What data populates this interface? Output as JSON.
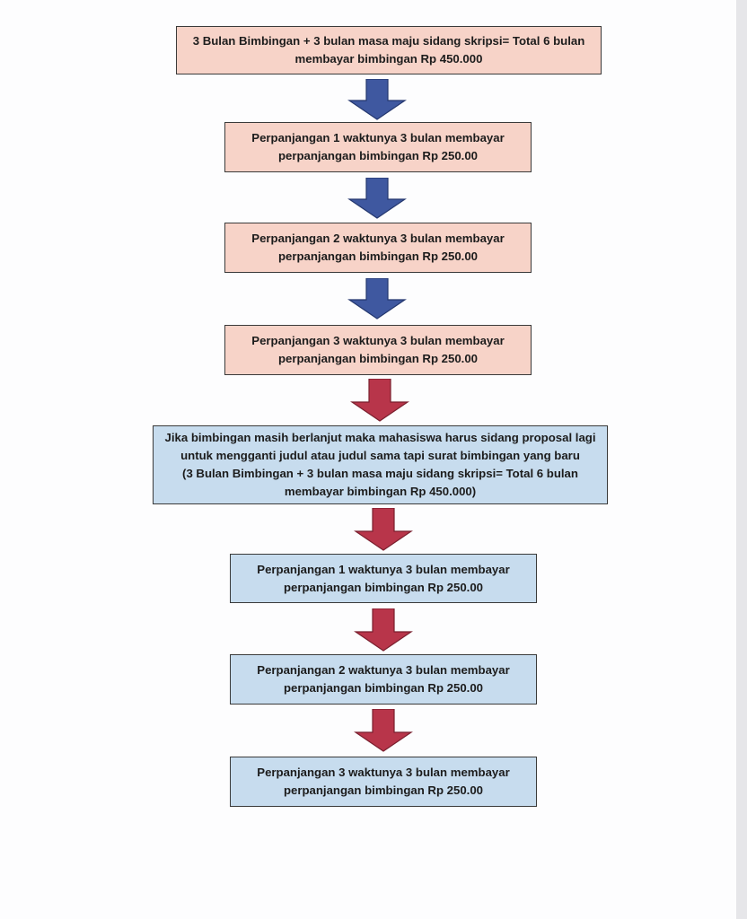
{
  "colors": {
    "pink_box": "#f7d3c8",
    "blue_box": "#c7dcee",
    "blue_arrow": "#3f58a0",
    "red_arrow": "#b8354a"
  },
  "steps": [
    {
      "line1": "3 Bulan Bimbingan + 3 bulan masa maju sidang skripsi= Total 6 bulan",
      "line2": "membayar bimbingan Rp 450.000"
    },
    {
      "line1": "Perpanjangan 1 waktunya 3 bulan membayar",
      "line2": "perpanjangan bimbingan Rp 250.00"
    },
    {
      "line1": "Perpanjangan 2 waktunya 3 bulan membayar",
      "line2": "perpanjangan bimbingan Rp 250.00"
    },
    {
      "line1": "Perpanjangan 3 waktunya 3 bulan membayar",
      "line2": "perpanjangan bimbingan Rp 250.00"
    },
    {
      "line1": "Jika bimbingan masih berlanjut maka mahasiswa harus sidang proposal lagi",
      "line2": "untuk mengganti judul atau judul sama tapi surat bimbingan yang baru",
      "line3": "(3 Bulan Bimbingan + 3 bulan masa maju sidang skripsi= Total 6 bulan",
      "line4": "membayar bimbingan Rp 450.000)"
    },
    {
      "line1": "Perpanjangan 1 waktunya 3 bulan membayar",
      "line2": "perpanjangan bimbingan Rp 250.00"
    },
    {
      "line1": "Perpanjangan 2 waktunya 3 bulan membayar",
      "line2": "perpanjangan bimbingan Rp 250.00"
    },
    {
      "line1": "Perpanjangan 3 waktunya 3 bulan membayar",
      "line2": "perpanjangan bimbingan Rp 250.00"
    }
  ]
}
